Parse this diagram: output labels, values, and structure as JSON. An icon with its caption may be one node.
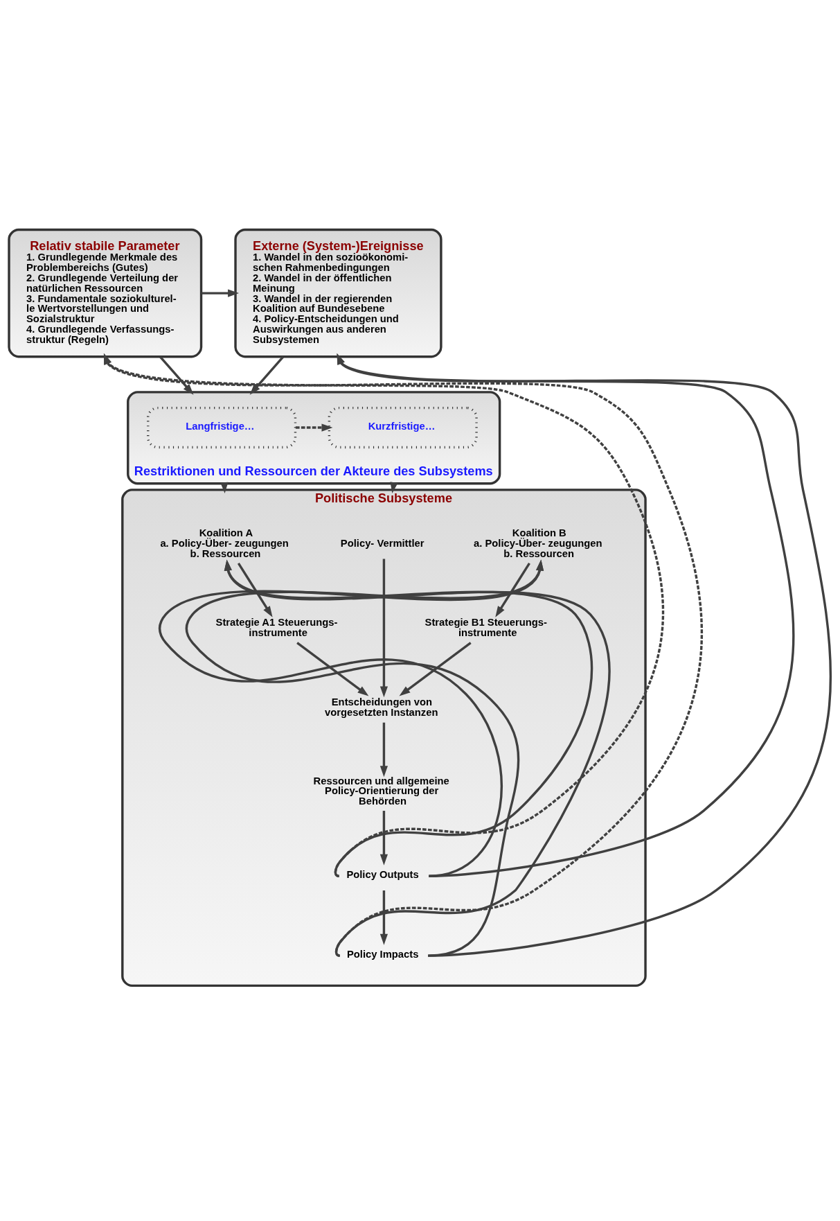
{
  "diagram": {
    "nodes": [
      {
        "text": [
          "Relativ stabile Parameter",
          "1. Grundlegende Merkmale des Problembereichs (Gutes)",
          "2. Grundlegende Verteilung der natürlichen Ressourcen",
          "3. Fundamentale soziokulturel- le Wertvorstellungen und Sozialstruktur",
          "4. Grundlegende Verfassungs- struktur (Regeln)"
        ]
      },
      {
        "text": [
          "Externe (System-)Ereignisse",
          "1. Wandel in den sozioökonomi- schen Rahmenbedingungen",
          "2. Wandel in der öffentlichen Meinung",
          "3. Wandel in der regierenden Koalition auf Bundesebene",
          "4. Policy-Entscheidungen und Auswirkungen aus anderen Subsystemen"
        ]
      },
      {
        "text": [
          "Restriktionen und Ressourcen der Akteure des Subsystems"
        ]
      },
      {
        "text": [
          "Langfristige…"
        ],
        "in": 2
      },
      {
        "text": [
          "Kurzfristige…"
        ],
        "in": 2
      },
      {
        "text": [
          "Politische Subsysteme"
        ]
      },
      {
        "text": [
          "Koalition A",
          "a. Policy-Über- zeugungen",
          "b. Ressourcen"
        ],
        "in": 5
      },
      {
        "text": [
          "Policy- Vermittler"
        ],
        "in": 5
      },
      {
        "text": [
          "Koalition B",
          "a. Policy-Über- zeugungen",
          "b. Ressourcen"
        ],
        "in": 5
      },
      {
        "text": [
          "Strategie A1 Steuerungs- instrumente"
        ],
        "in": 5
      },
      {
        "text": [
          "Strategie B1 Steuerungs- instrumente"
        ],
        "in": 5
      },
      {
        "text": [
          "Entscheidungen von vorgesetzten Instanzen"
        ],
        "in": 5
      },
      {
        "text": [
          "Ressourcen und allgemeine Policy-Orientierung der Behörden"
        ],
        "in": 5
      },
      {
        "text": [
          "Policy Outputs"
        ],
        "in": 5
      },
      {
        "text": [
          "Policy Impacts"
        ],
        "in": 5
      }
    ],
    "edges": [
      {
        "from": 0,
        "to": 1,
        "arrow": "to"
      },
      {
        "from": 0,
        "to": 2,
        "arrow": "to"
      },
      {
        "from": 1,
        "to": 2,
        "arrow": "to"
      },
      {
        "from": 3,
        "to": 4,
        "arrow": "to",
        "style": "dashed"
      },
      {
        "from": 2,
        "to": 5,
        "arrow": "to"
      },
      {
        "from": 2,
        "to": 5,
        "arrow": "to"
      },
      {
        "from": 6,
        "to": 9,
        "arrow": "to"
      },
      {
        "from": 7,
        "to": 11,
        "arrow": "to"
      },
      {
        "from": 8,
        "to": 10,
        "arrow": "to"
      },
      {
        "from": 9,
        "to": 11,
        "arrow": "to"
      },
      {
        "from": 10,
        "to": 11,
        "arrow": "to"
      },
      {
        "from": 11,
        "to": 12,
        "arrow": "to"
      },
      {
        "from": 12,
        "to": 13,
        "arrow": "to"
      },
      {
        "from": 13,
        "to": 14,
        "arrow": "to"
      },
      {
        "from": 13,
        "to": 6,
        "arrow": "to"
      },
      {
        "from": 14,
        "to": 6,
        "arrow": "to"
      },
      {
        "from": 13,
        "to": 8,
        "arrow": "to"
      },
      {
        "from": 14,
        "to": 8,
        "arrow": "to"
      },
      {
        "from": 13,
        "to": 0,
        "arrow": "to",
        "style": "dashed"
      },
      {
        "from": 14,
        "to": 0,
        "arrow": "to",
        "style": "dashed"
      },
      {
        "from": 13,
        "to": 1,
        "arrow": "to"
      },
      {
        "from": 14,
        "to": 1,
        "arrow": "to"
      }
    ]
  }
}
